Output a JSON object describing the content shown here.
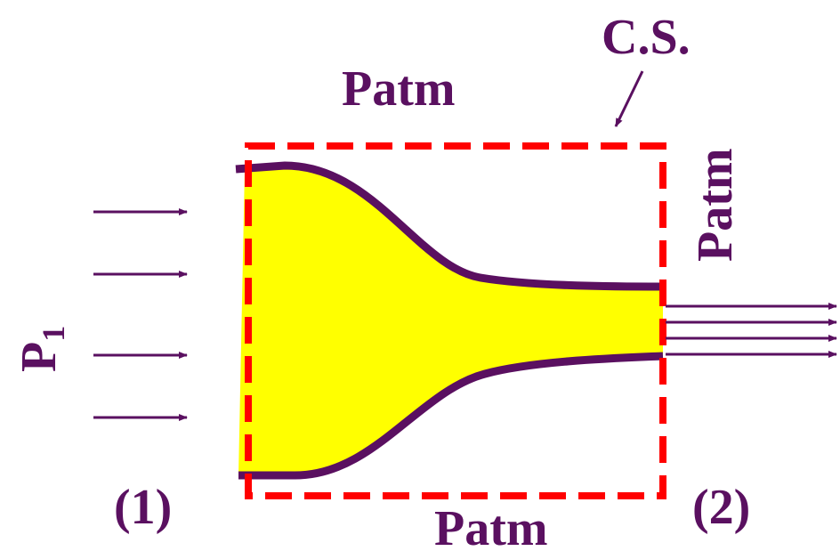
{
  "labels": {
    "top_pressure": "Patm",
    "right_pressure": "Patm",
    "bottom_pressure": "Patm",
    "control_surface": "C.S.",
    "inlet_pressure": "P",
    "inlet_pressure_subscript": "1",
    "section_inlet": "(1)",
    "section_outlet": "(2)"
  },
  "colors": {
    "text": "#5a1060",
    "nozzle_fill": "#ffff00",
    "nozzle_wall": "#5a1060",
    "control_surface_border": "#ff0000",
    "arrows": "#5a1060"
  }
}
